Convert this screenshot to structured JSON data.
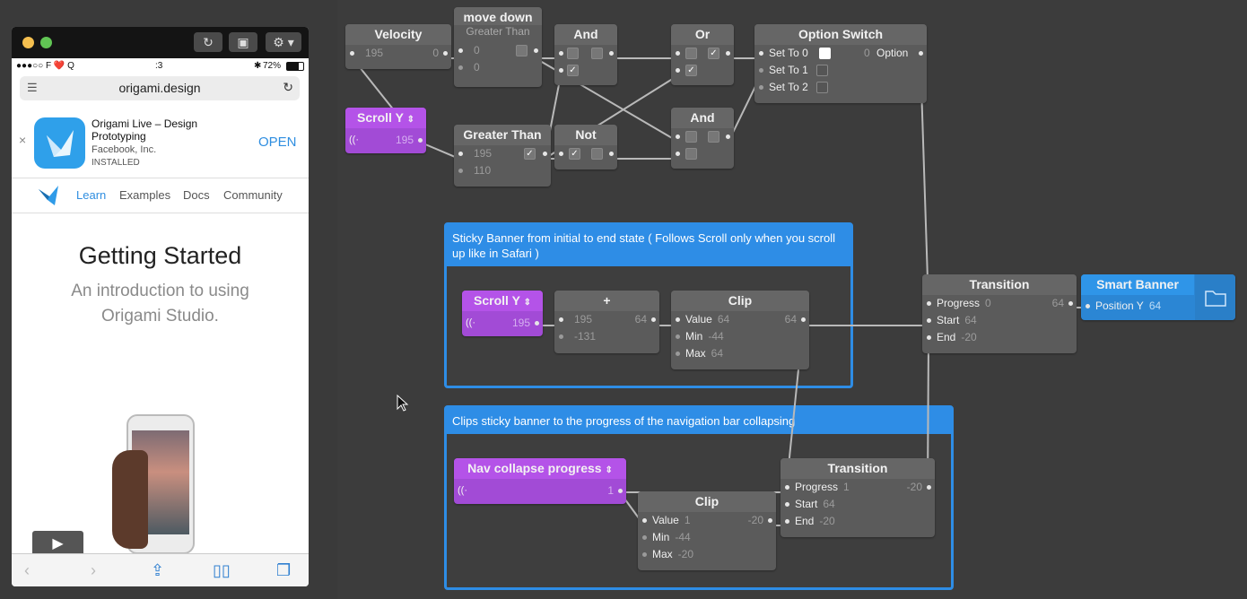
{
  "device": {
    "toolbar_icons": [
      "refresh-icon",
      "video-icon",
      "gear-icon"
    ],
    "status": {
      "carrier": "●●●○○ F ❤️ Q",
      "time": ":3",
      "battery": "72%"
    },
    "address": "origami.design",
    "app_banner": {
      "name": "Origami Live – Design Prototyping",
      "publisher": "Facebook, Inc.",
      "state": "INSTALLED",
      "open": "OPEN",
      "close": "×"
    },
    "nav": [
      "Learn",
      "Examples",
      "Docs",
      "Community"
    ],
    "hero_title": "Getting Started",
    "hero_subtitle": "An introduction to using Origami Studio.",
    "bottom_icons": [
      "back-icon",
      "forward-icon",
      "share-icon",
      "bookmarks-icon",
      "tabs-icon"
    ]
  },
  "nodes": {
    "velocity": {
      "title": "Velocity",
      "in": "195",
      "out": "0"
    },
    "move_down": {
      "title": "move down",
      "subtitle": "Greater Than",
      "in1": "0",
      "in2": "0"
    },
    "and1": {
      "title": "And"
    },
    "or1": {
      "title": "Or"
    },
    "option_switch": {
      "title": "Option Switch",
      "set0": "Set To 0",
      "set1": "Set To 1",
      "set2": "Set To 2",
      "value": "0",
      "output": "Option"
    },
    "scroll_y1": {
      "title": "Scroll Y",
      "value": "195"
    },
    "greater_than": {
      "title": "Greater Than",
      "in1": "195",
      "in2": "110"
    },
    "not1": {
      "title": "Not"
    },
    "and2": {
      "title": "And"
    },
    "scroll_y2": {
      "title": "Scroll Y",
      "value": "195"
    },
    "plus": {
      "title": "+",
      "in1": "195",
      "in2": "-131",
      "out": "64"
    },
    "clip1": {
      "title": "Clip",
      "value_label": "Value",
      "value": "64",
      "min_label": "Min",
      "min": "-44",
      "max_label": "Max",
      "max": "64",
      "out": "64"
    },
    "transition1": {
      "title": "Transition",
      "progress_label": "Progress",
      "progress": "0",
      "start_label": "Start",
      "start": "64",
      "end_label": "End",
      "end": "-20",
      "out": "64"
    },
    "smart_banner": {
      "title": "Smart Banner",
      "pos_label": "Position Y",
      "pos": "64"
    },
    "nav_collapse": {
      "title": "Nav collapse progress",
      "value": "1"
    },
    "clip2": {
      "title": "Clip",
      "value_label": "Value",
      "value": "1",
      "min_label": "Min",
      "min": "-44",
      "max_label": "Max",
      "max": "-20",
      "out": "-20"
    },
    "transition2": {
      "title": "Transition",
      "progress_label": "Progress",
      "progress": "1",
      "start_label": "Start",
      "start": "64",
      "end_label": "End",
      "end": "-20",
      "out": "-20"
    }
  },
  "groups": {
    "sticky": "Sticky Banner from initial to end state ( Follows Scroll only when you scroll up like in Safari )",
    "clips": "Clips sticky banner to the progress of the navigation bar collapsing"
  },
  "colors": {
    "patch_purple": "#b453e8",
    "layer_blue": "#2f95e8",
    "group_blue": "#2e8de6",
    "node_gray": "#5b5b5b",
    "canvas": "#3c3c3c"
  }
}
